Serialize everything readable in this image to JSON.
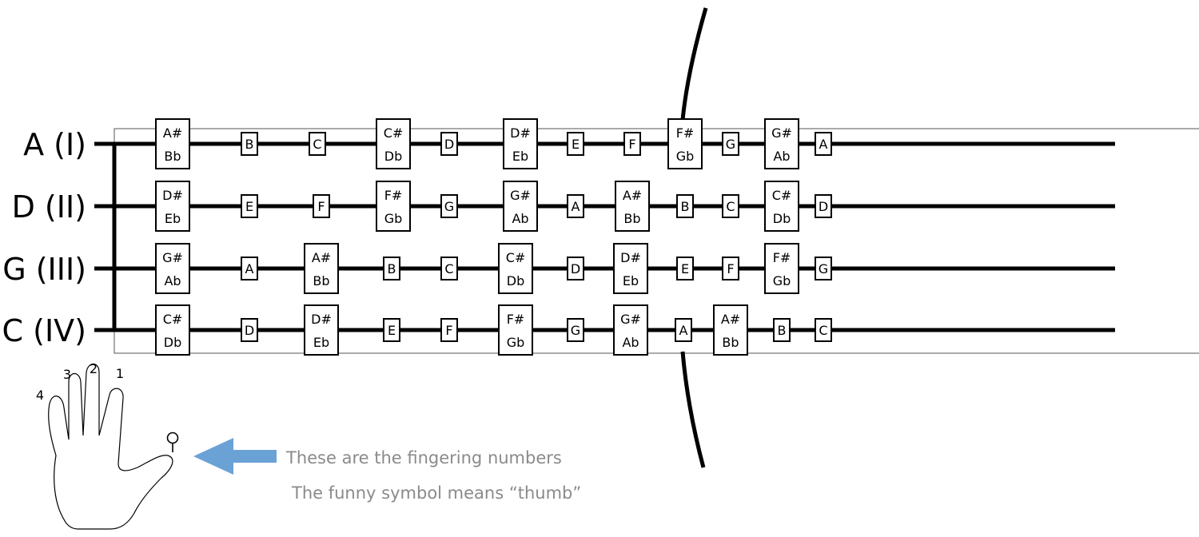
{
  "strings": [
    {
      "label": "A (I)",
      "notes": [
        [
          "A#",
          "Bb"
        ],
        [
          "B"
        ],
        [
          "C"
        ],
        [
          "C#",
          "Db"
        ],
        [
          "D"
        ],
        [
          "D#",
          "Eb"
        ],
        [
          "E"
        ],
        [
          "F"
        ],
        [
          "F#",
          "Gb"
        ],
        [
          "G"
        ],
        [
          "G#",
          "Ab"
        ],
        [
          "A"
        ]
      ]
    },
    {
      "label": "D (II)",
      "notes": [
        [
          "D#",
          "Eb"
        ],
        [
          "E"
        ],
        [
          "F"
        ],
        [
          "F#",
          "Gb"
        ],
        [
          "G"
        ],
        [
          "G#",
          "Ab"
        ],
        [
          "A"
        ],
        [
          "A#",
          "Bb"
        ],
        [
          "B"
        ],
        [
          "C"
        ],
        [
          "C#",
          "Db"
        ],
        [
          "D"
        ]
      ]
    },
    {
      "label": "G (III)",
      "notes": [
        [
          "G#",
          "Ab"
        ],
        [
          "A"
        ],
        [
          "A#",
          "Bb"
        ],
        [
          "B"
        ],
        [
          "C"
        ],
        [
          "C#",
          "Db"
        ],
        [
          "D"
        ],
        [
          "D#",
          "Eb"
        ],
        [
          "E"
        ],
        [
          "F"
        ],
        [
          "F#",
          "Gb"
        ],
        [
          "G"
        ]
      ]
    },
    {
      "label": "C (IV)",
      "notes": [
        [
          "C#",
          "Db"
        ],
        [
          "D"
        ],
        [
          "D#",
          "Eb"
        ],
        [
          "E"
        ],
        [
          "F"
        ],
        [
          "F#",
          "Gb"
        ],
        [
          "G"
        ],
        [
          "G#",
          "Ab"
        ],
        [
          "A"
        ],
        [
          "A#",
          "Bb"
        ],
        [
          "B"
        ],
        [
          "C"
        ]
      ]
    }
  ],
  "finger_numbers": [
    "4",
    "3",
    "2",
    "1"
  ],
  "captions": {
    "fingering": "These are the fingering numbers",
    "thumb": "The funny symbol means “thumb”"
  },
  "colors": {
    "line": "#000000",
    "caption": "#8a8a8a",
    "arrow": "#6aa2d6",
    "frame": "#555555"
  }
}
